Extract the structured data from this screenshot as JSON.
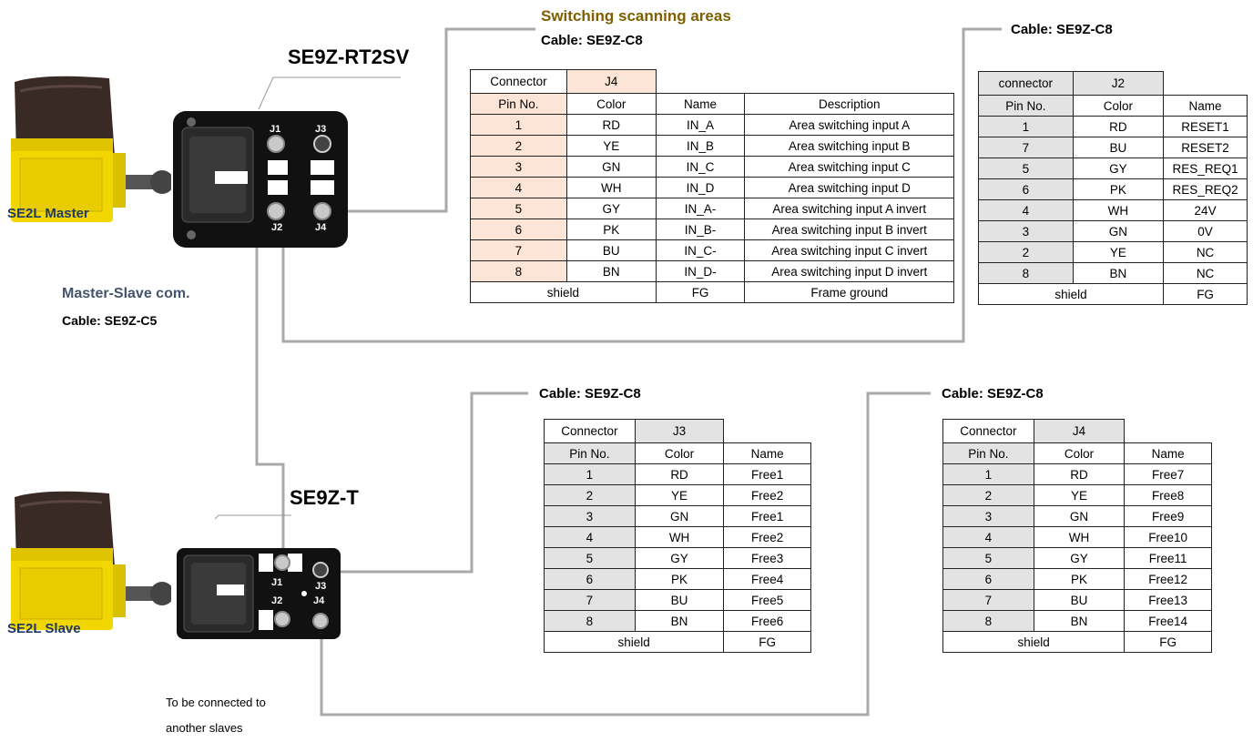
{
  "heading": {
    "title": "Switching scanning areas",
    "cable_top_left": "Cable: SE9Z-C8",
    "cable_top_right": "Cable: SE9Z-C8",
    "cable_mid_left": "Cable: SE9Z-C8",
    "cable_mid_right": "Cable: SE9Z-C8"
  },
  "devices": {
    "master_model": "SE9Z-RT2SV",
    "slave_model": "SE9Z-T",
    "master_label": "SE2L Master",
    "slave_label": "SE2L Slave",
    "master_ports": [
      "J1",
      "J3",
      "J2",
      "J4"
    ],
    "slave_ports": [
      "J1",
      "J3",
      "J2",
      "J4"
    ]
  },
  "link": {
    "title": "Master-Slave com.",
    "cable": "Cable: SE9Z-C5",
    "note_line1": "To be connected to",
    "note_line2": "another slaves"
  },
  "tables": {
    "master_j4": {
      "connector_label": "Connector",
      "connector": "J4",
      "headers": [
        "Pin No.",
        "Color",
        "Name",
        "Description"
      ],
      "rows": [
        [
          "1",
          "RD",
          "IN_A",
          "Area switching input A"
        ],
        [
          "2",
          "YE",
          "IN_B",
          "Area switching input B"
        ],
        [
          "3",
          "GN",
          "IN_C",
          "Area switching input C"
        ],
        [
          "4",
          "WH",
          "IN_D",
          "Area switching input D"
        ],
        [
          "5",
          "GY",
          "IN_A-",
          "Area switching input A invert"
        ],
        [
          "6",
          "PK",
          "IN_B-",
          "Area switching input B invert"
        ],
        [
          "7",
          "BU",
          "IN_C-",
          "Area switching input C invert"
        ],
        [
          "8",
          "BN",
          "IN_D-",
          "Area switching input D invert"
        ]
      ],
      "footer": [
        "shield",
        "FG",
        "Frame ground"
      ]
    },
    "master_j2": {
      "connector_label": "connector",
      "connector": "J2",
      "headers": [
        "Pin No.",
        "Color",
        "Name"
      ],
      "rows": [
        [
          "1",
          "RD",
          "RESET1"
        ],
        [
          "7",
          "BU",
          "RESET2"
        ],
        [
          "5",
          "GY",
          "RES_REQ1"
        ],
        [
          "6",
          "PK",
          "RES_REQ2"
        ],
        [
          "4",
          "WH",
          "24V"
        ],
        [
          "3",
          "GN",
          "0V"
        ],
        [
          "2",
          "YE",
          "NC"
        ],
        [
          "8",
          "BN",
          "NC"
        ]
      ],
      "footer": [
        "shield",
        "FG"
      ]
    },
    "slave_j3": {
      "connector_label": "Connector",
      "connector": "J3",
      "headers": [
        "Pin No.",
        "Color",
        "Name"
      ],
      "rows": [
        [
          "1",
          "RD",
          "Free1"
        ],
        [
          "2",
          "YE",
          "Free2"
        ],
        [
          "3",
          "GN",
          "Free1"
        ],
        [
          "4",
          "WH",
          "Free2"
        ],
        [
          "5",
          "GY",
          "Free3"
        ],
        [
          "6",
          "PK",
          "Free4"
        ],
        [
          "7",
          "BU",
          "Free5"
        ],
        [
          "8",
          "BN",
          "Free6"
        ]
      ],
      "footer": [
        "shield",
        "FG"
      ]
    },
    "slave_j4": {
      "connector_label": "Connector",
      "connector": "J4",
      "headers": [
        "Pin No.",
        "Color",
        "Name"
      ],
      "rows": [
        [
          "1",
          "RD",
          "Free7"
        ],
        [
          "2",
          "YE",
          "Free8"
        ],
        [
          "3",
          "GN",
          "Free9"
        ],
        [
          "4",
          "WH",
          "Free10"
        ],
        [
          "5",
          "GY",
          "Free11"
        ],
        [
          "6",
          "PK",
          "Free12"
        ],
        [
          "7",
          "BU",
          "Free13"
        ],
        [
          "8",
          "BN",
          "Free14"
        ]
      ],
      "footer": [
        "shield",
        "FG"
      ]
    }
  },
  "colors": {
    "wire": "#a6a6a6",
    "peach": "#fce4d6",
    "gray_cell": "#e3e3e3",
    "navy": "#1f3864",
    "olive": "#7f6000",
    "scanner_yellow": "#f2d600"
  }
}
